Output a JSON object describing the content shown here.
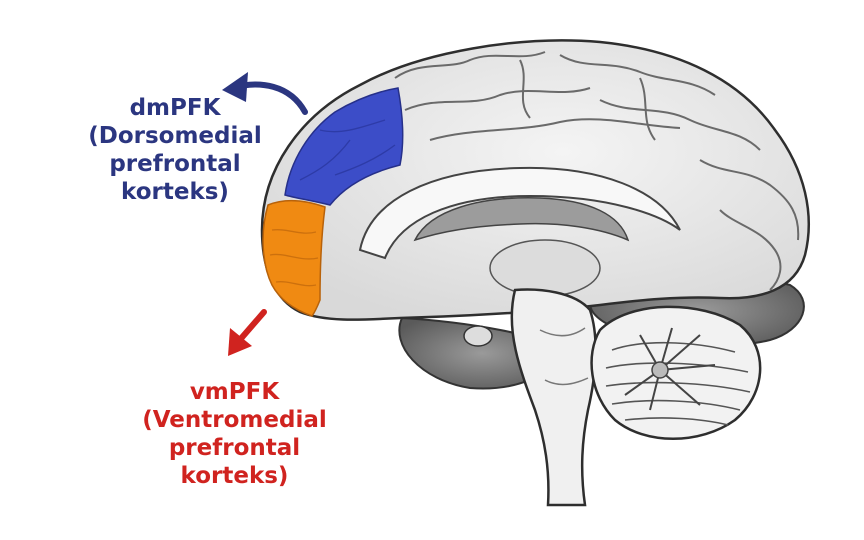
{
  "colors": {
    "dmpfc": "#3c4dc8",
    "vmpfc": "#f08a12",
    "dm_label": "#2b3680",
    "vm_label": "#d0231f",
    "brain_fill": "#ececec",
    "brain_line": "#3a3a3a"
  },
  "labels": {
    "dmpfc": {
      "line1": "dmPFK",
      "line2": "(Dorsomedial",
      "line3": "prefrontal",
      "line4": "korteks)"
    },
    "vmpfc": {
      "line1": "vmPFK",
      "line2": "(Ventromedial",
      "line3": "prefrontal",
      "line4": "korteks)"
    }
  },
  "icons": {
    "dm_arrow": "curved-arrow-left-icon",
    "vm_arrow": "arrow-down-left-icon"
  }
}
